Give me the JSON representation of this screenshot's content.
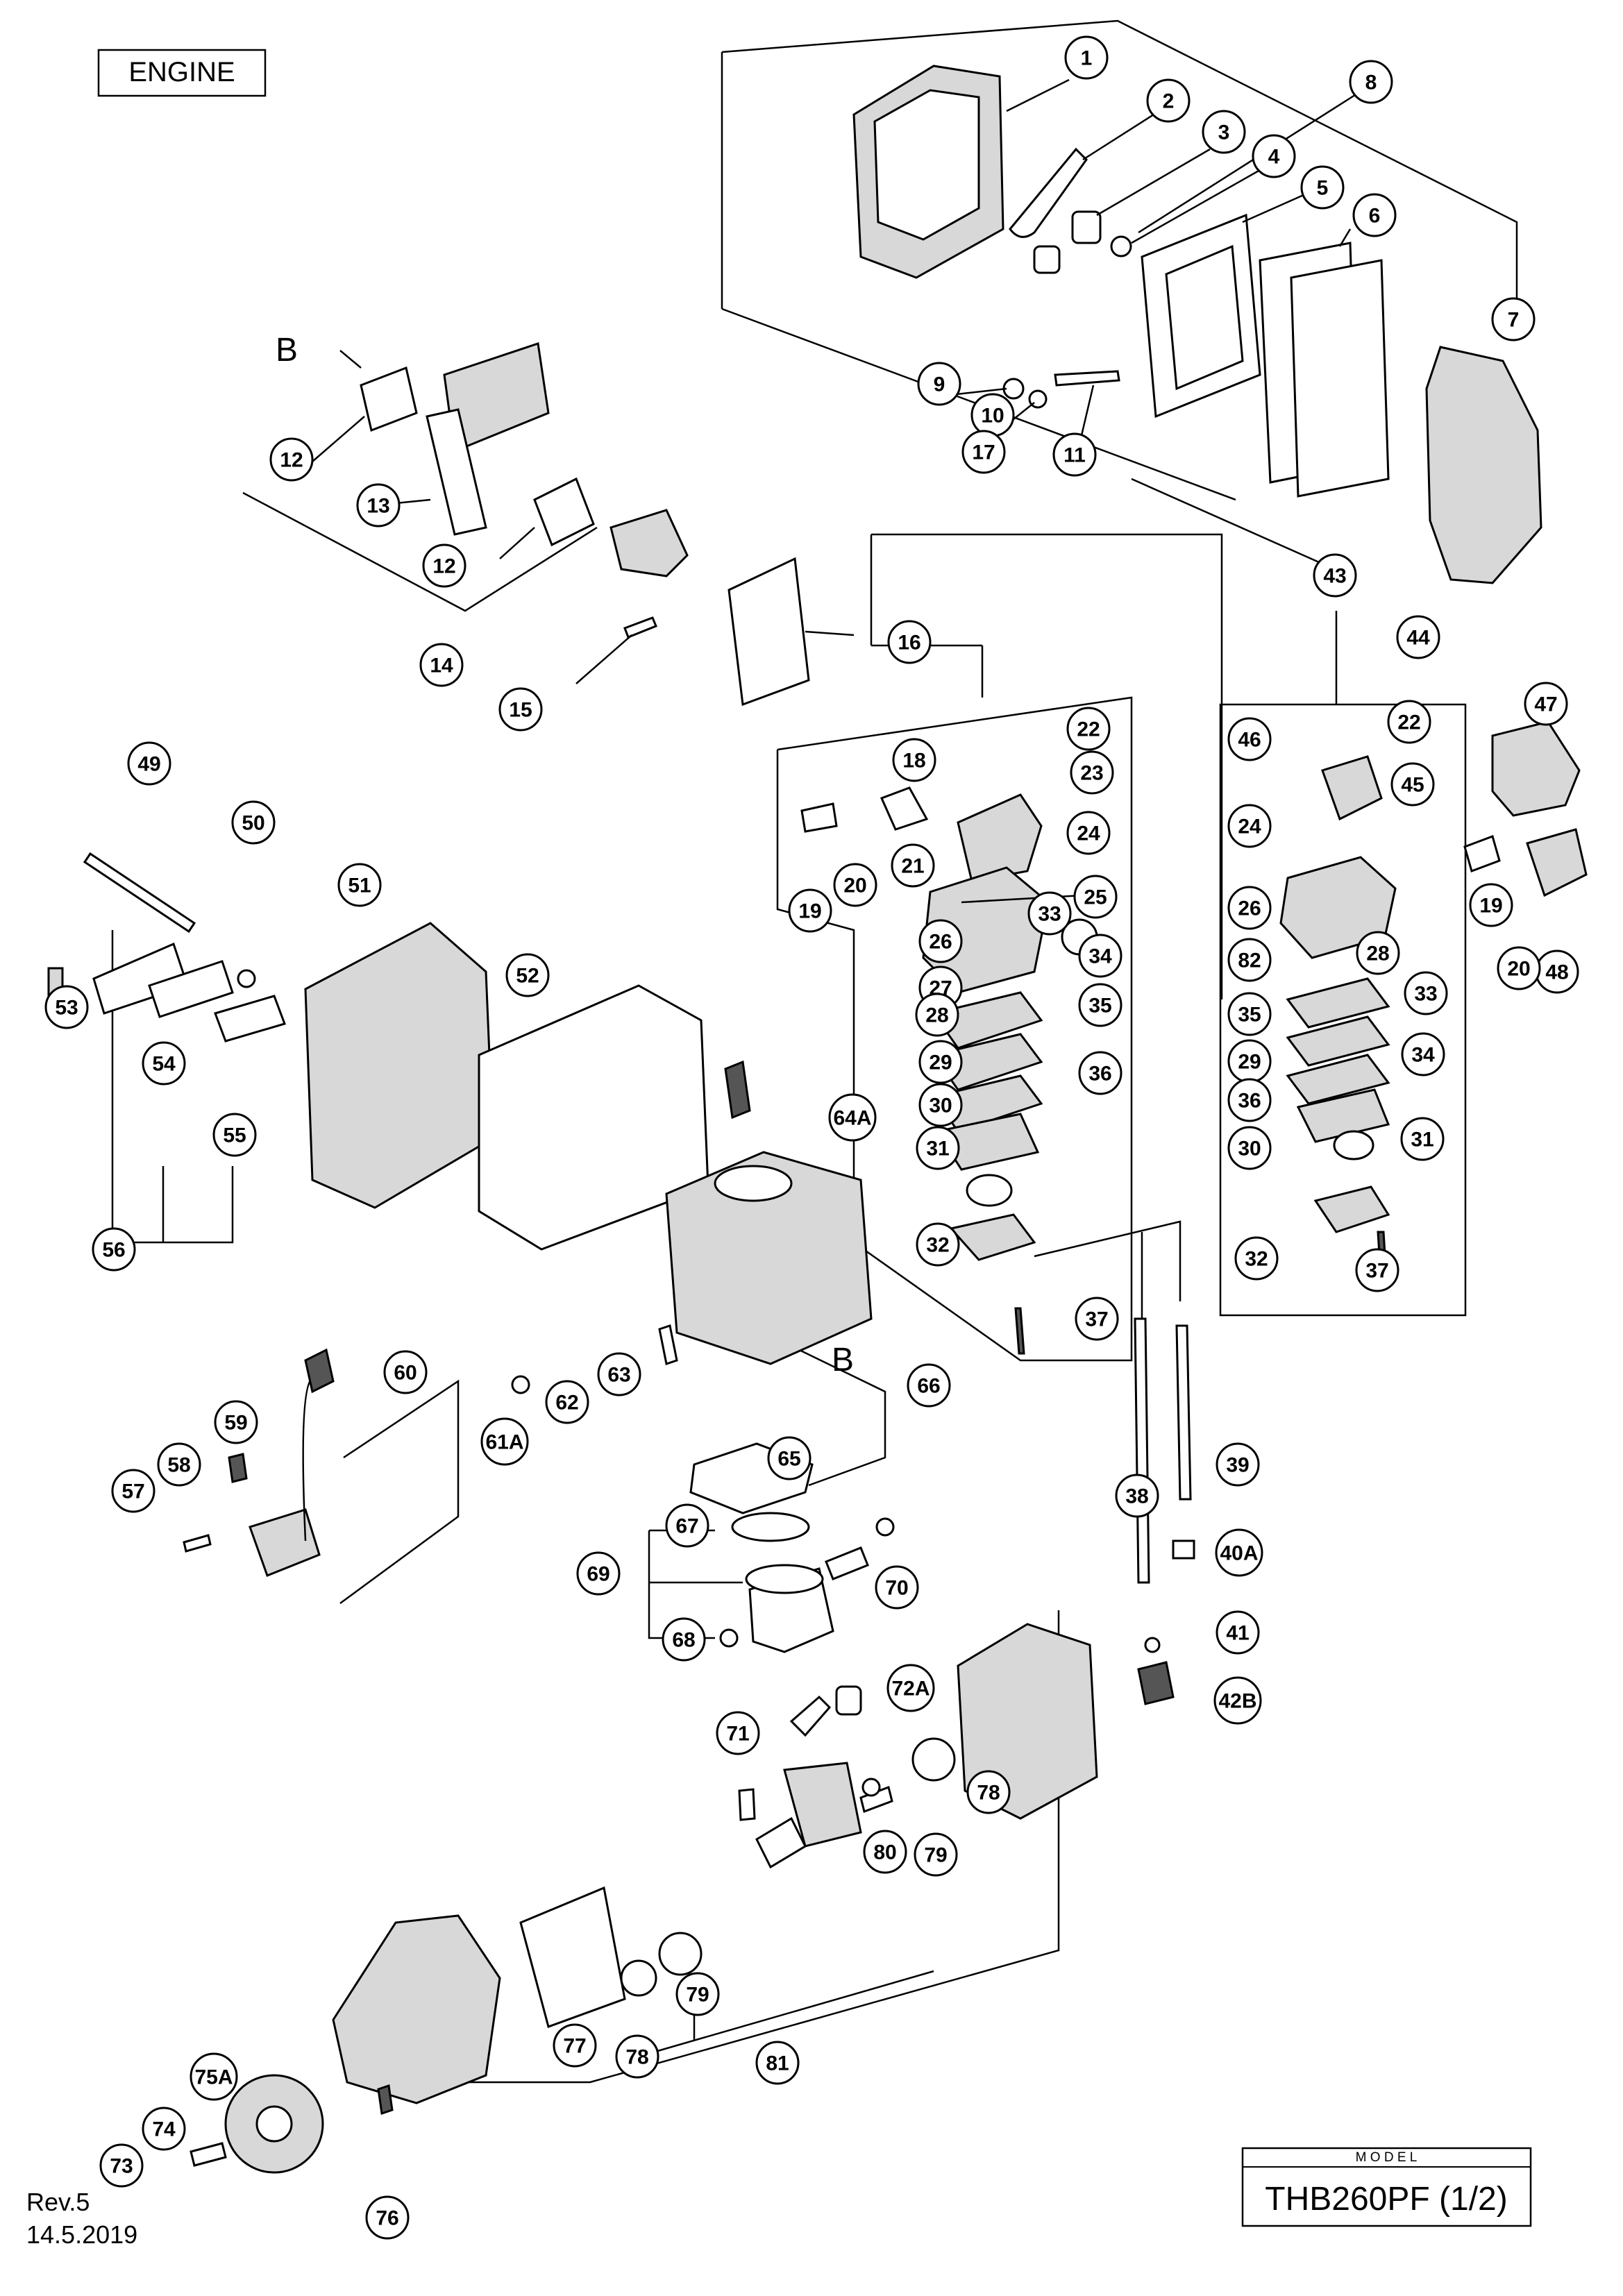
{
  "title": "ENGINE",
  "ref_b_labels": [
    "B",
    "B"
  ],
  "model_header": "M O D E L",
  "model_value": "THB260PF (1/2)",
  "revision": "Rev.5",
  "date": "14.5.2019",
  "callouts": [
    {
      "id": "c1",
      "label": "1"
    },
    {
      "id": "c2",
      "label": "2"
    },
    {
      "id": "c3",
      "label": "3"
    },
    {
      "id": "c4",
      "label": "4"
    },
    {
      "id": "c5",
      "label": "5"
    },
    {
      "id": "c6",
      "label": "6"
    },
    {
      "id": "c7",
      "label": "7"
    },
    {
      "id": "c8",
      "label": "8"
    },
    {
      "id": "c9",
      "label": "9"
    },
    {
      "id": "c10",
      "label": "10"
    },
    {
      "id": "c11",
      "label": "11"
    },
    {
      "id": "c12a",
      "label": "12"
    },
    {
      "id": "c12b",
      "label": "12"
    },
    {
      "id": "c13",
      "label": "13"
    },
    {
      "id": "c14",
      "label": "14"
    },
    {
      "id": "c15",
      "label": "15"
    },
    {
      "id": "c16",
      "label": "16"
    },
    {
      "id": "c17",
      "label": "17"
    },
    {
      "id": "c18",
      "label": "18"
    },
    {
      "id": "c19a",
      "label": "19"
    },
    {
      "id": "c20a",
      "label": "20"
    },
    {
      "id": "c21",
      "label": "21"
    },
    {
      "id": "c22a",
      "label": "22"
    },
    {
      "id": "c23",
      "label": "23"
    },
    {
      "id": "c24a",
      "label": "24"
    },
    {
      "id": "c25",
      "label": "25"
    },
    {
      "id": "c26a",
      "label": "26"
    },
    {
      "id": "c27",
      "label": "27"
    },
    {
      "id": "c28a",
      "label": "28"
    },
    {
      "id": "c29a",
      "label": "29"
    },
    {
      "id": "c30a",
      "label": "30"
    },
    {
      "id": "c31a",
      "label": "31"
    },
    {
      "id": "c32a",
      "label": "32"
    },
    {
      "id": "c33a",
      "label": "33"
    },
    {
      "id": "c34a",
      "label": "34"
    },
    {
      "id": "c35a",
      "label": "35"
    },
    {
      "id": "c36a",
      "label": "36"
    },
    {
      "id": "c37a",
      "label": "37"
    },
    {
      "id": "c38",
      "label": "38"
    },
    {
      "id": "c39",
      "label": "39"
    },
    {
      "id": "c40A",
      "label": "40A"
    },
    {
      "id": "c41",
      "label": "41"
    },
    {
      "id": "c42B",
      "label": "42B"
    },
    {
      "id": "c43",
      "label": "43"
    },
    {
      "id": "c44",
      "label": "44"
    },
    {
      "id": "c45",
      "label": "45"
    },
    {
      "id": "c46",
      "label": "46"
    },
    {
      "id": "c47",
      "label": "47"
    },
    {
      "id": "c48",
      "label": "48"
    },
    {
      "id": "c22b",
      "label": "22"
    },
    {
      "id": "c24b",
      "label": "24"
    },
    {
      "id": "c26b",
      "label": "26"
    },
    {
      "id": "c28b",
      "label": "28"
    },
    {
      "id": "c82",
      "label": "82"
    },
    {
      "id": "c33b",
      "label": "33"
    },
    {
      "id": "c35b",
      "label": "35"
    },
    {
      "id": "c29b",
      "label": "29"
    },
    {
      "id": "c34b",
      "label": "34"
    },
    {
      "id": "c36b",
      "label": "36"
    },
    {
      "id": "c30b",
      "label": "30"
    },
    {
      "id": "c31b",
      "label": "31"
    },
    {
      "id": "c32b",
      "label": "32"
    },
    {
      "id": "c37b",
      "label": "37"
    },
    {
      "id": "c19b",
      "label": "19"
    },
    {
      "id": "c20b",
      "label": "20"
    },
    {
      "id": "c49",
      "label": "49"
    },
    {
      "id": "c50",
      "label": "50"
    },
    {
      "id": "c51",
      "label": "51"
    },
    {
      "id": "c52",
      "label": "52"
    },
    {
      "id": "c53",
      "label": "53"
    },
    {
      "id": "c54",
      "label": "54"
    },
    {
      "id": "c55",
      "label": "55"
    },
    {
      "id": "c56",
      "label": "56"
    },
    {
      "id": "c57",
      "label": "57"
    },
    {
      "id": "c58",
      "label": "58"
    },
    {
      "id": "c59",
      "label": "59"
    },
    {
      "id": "c60",
      "label": "60"
    },
    {
      "id": "c61A",
      "label": "61A"
    },
    {
      "id": "c62",
      "label": "62"
    },
    {
      "id": "c63",
      "label": "63"
    },
    {
      "id": "c64A",
      "label": "64A"
    },
    {
      "id": "c65",
      "label": "65"
    },
    {
      "id": "c66",
      "label": "66"
    },
    {
      "id": "c67",
      "label": "67"
    },
    {
      "id": "c68",
      "label": "68"
    },
    {
      "id": "c69",
      "label": "69"
    },
    {
      "id": "c70",
      "label": "70"
    },
    {
      "id": "c71",
      "label": "71"
    },
    {
      "id": "c72A",
      "label": "72A"
    },
    {
      "id": "c73",
      "label": "73"
    },
    {
      "id": "c74",
      "label": "74"
    },
    {
      "id": "c75A",
      "label": "75A"
    },
    {
      "id": "c76",
      "label": "76"
    },
    {
      "id": "c77",
      "label": "77"
    },
    {
      "id": "c78a",
      "label": "78"
    },
    {
      "id": "c78b",
      "label": "78"
    },
    {
      "id": "c79a",
      "label": "79"
    },
    {
      "id": "c79b",
      "label": "79"
    },
    {
      "id": "c80",
      "label": "80"
    },
    {
      "id": "c81",
      "label": "81"
    }
  ]
}
